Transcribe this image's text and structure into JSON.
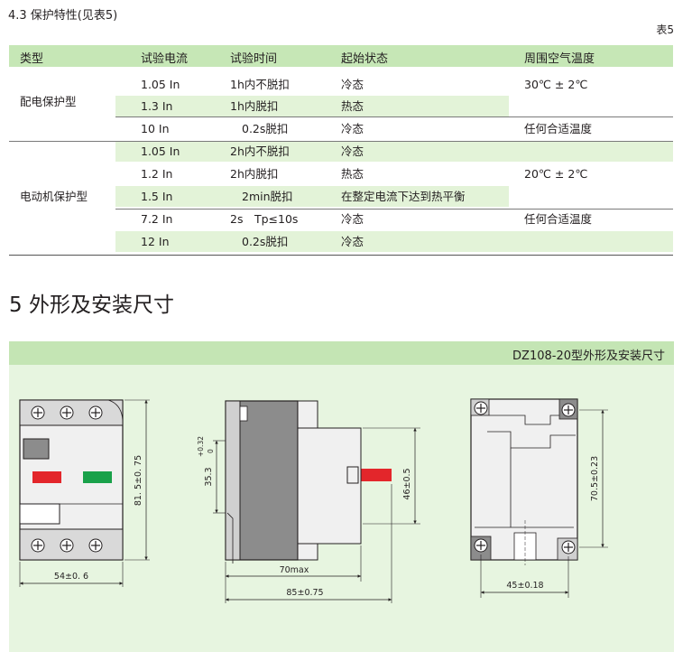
{
  "section": {
    "title": "4.3 保护特性(见表5)",
    "table_ref": "表5"
  },
  "table": {
    "headers": [
      "类型",
      "试验电流",
      "试验时间",
      "起始状态",
      "周围空气温度"
    ],
    "groups": [
      {
        "type": "配电保护型",
        "rows": [
          {
            "current": "1.05 In",
            "time": "1h内不脱扣",
            "state": "冷态",
            "temp": "30℃ ± 2℃"
          },
          {
            "current": "1.3 In",
            "time": "1h内脱扣",
            "state": "热态",
            "temp": ""
          },
          {
            "current": "10 In",
            "time": "0.2s脱扣",
            "state": "冷态",
            "temp": "任何合适温度"
          }
        ]
      },
      {
        "type": "电动机保护型",
        "rows": [
          {
            "current": "1.05 In",
            "time": "2h内不脱扣",
            "state": "冷态",
            "temp": ""
          },
          {
            "current": "1.2 In",
            "time": "2h内脱扣",
            "state": "热态",
            "temp": "20℃ ± 2℃"
          },
          {
            "current": "1.5 In",
            "time": "2min脱扣",
            "state": "在整定电流下达到热平衡",
            "temp": ""
          },
          {
            "current": "7.2 In",
            "time": "2s　Tp≤10s",
            "state": "冷态",
            "temp": "任何合适温度"
          },
          {
            "current": "12 In",
            "time": "0.2s脱扣",
            "state": "冷态",
            "temp": ""
          }
        ]
      }
    ]
  },
  "heading": "5 外形及安装尺寸",
  "figure": {
    "title": "DZ108-20型外形及安装尺寸",
    "dims": {
      "front_width": "54±0. 6",
      "front_height": "81. 5±0. 75",
      "side_height1_main": "35.3",
      "side_height1_tol_up": "+0.32",
      "side_height1_tol_dn": "0",
      "side_height2": "46±0.5",
      "side_width1": "70max",
      "side_width2": "85±0.75",
      "back_height": "70.5±0.23",
      "back_width": "45±0.18"
    },
    "colors": {
      "red_indicator": "#e3262b",
      "green_indicator": "#19a14a",
      "body_grey": "#8c8c8c",
      "panel_light": "#f0f0f0"
    }
  }
}
